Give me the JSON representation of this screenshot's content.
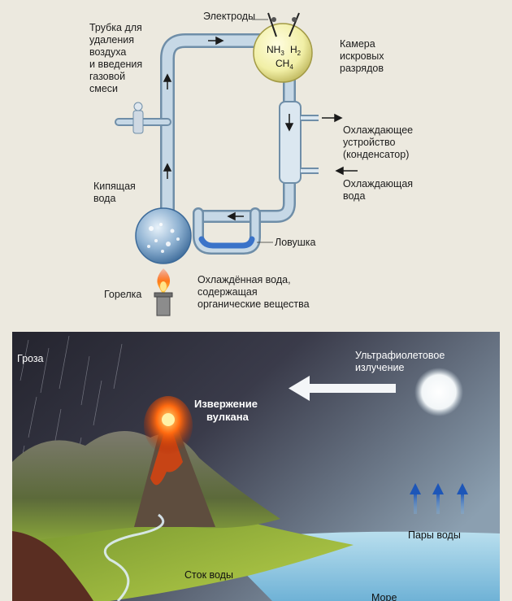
{
  "apparatus": {
    "labels": {
      "electrodes": "Электроды",
      "tube": [
        "Трубка для",
        "удаления",
        "воздуха",
        "и введения",
        "газовой",
        "смеси"
      ],
      "chamber": [
        "Камера",
        "искровых",
        "разрядов"
      ],
      "cooler": [
        "Охлаждающее",
        "устройство",
        "(конденсатор)"
      ],
      "coolant": [
        "Охлаждающая",
        "вода"
      ],
      "boiling": [
        "Кипящая",
        "вода"
      ],
      "trap": "Ловушка",
      "burner": "Горелка",
      "cooled": [
        "Охлаждённая вода,",
        "содержащая",
        "органические вещества"
      ]
    },
    "gases": {
      "nh3": "NH",
      "nh3_sub": "3",
      "h2": "H",
      "h2_sub": "2",
      "ch4": "CH",
      "ch4_sub": "4"
    }
  },
  "scene": {
    "labels": {
      "storm": "Гроза",
      "uv": [
        "Ультрафиолетовое",
        "излучение"
      ],
      "eruption": [
        "Извержение",
        "вулкана"
      ],
      "vapor": "Пары воды",
      "runoff": "Сток воды",
      "sea": "Море"
    }
  },
  "colors": {
    "tube": "#a9c3d8",
    "tube_edge": "#6f8ea8",
    "chamber": "#f1efa6",
    "flask": "#8fb2d2",
    "water": "#3a73c9",
    "arrow": "#1a1a1a",
    "sky": "#2a2b38",
    "lava": "#ff6a10",
    "sea": "#9fd0e6"
  },
  "icons": {
    "stopcock": "stopcock-icon",
    "burner": "burner-icon",
    "flame": "flame-icon",
    "sun": "sun-icon",
    "uv_arrow": "uv-arrow-icon",
    "vapor_arrows": "vapor-arrows-icon"
  }
}
